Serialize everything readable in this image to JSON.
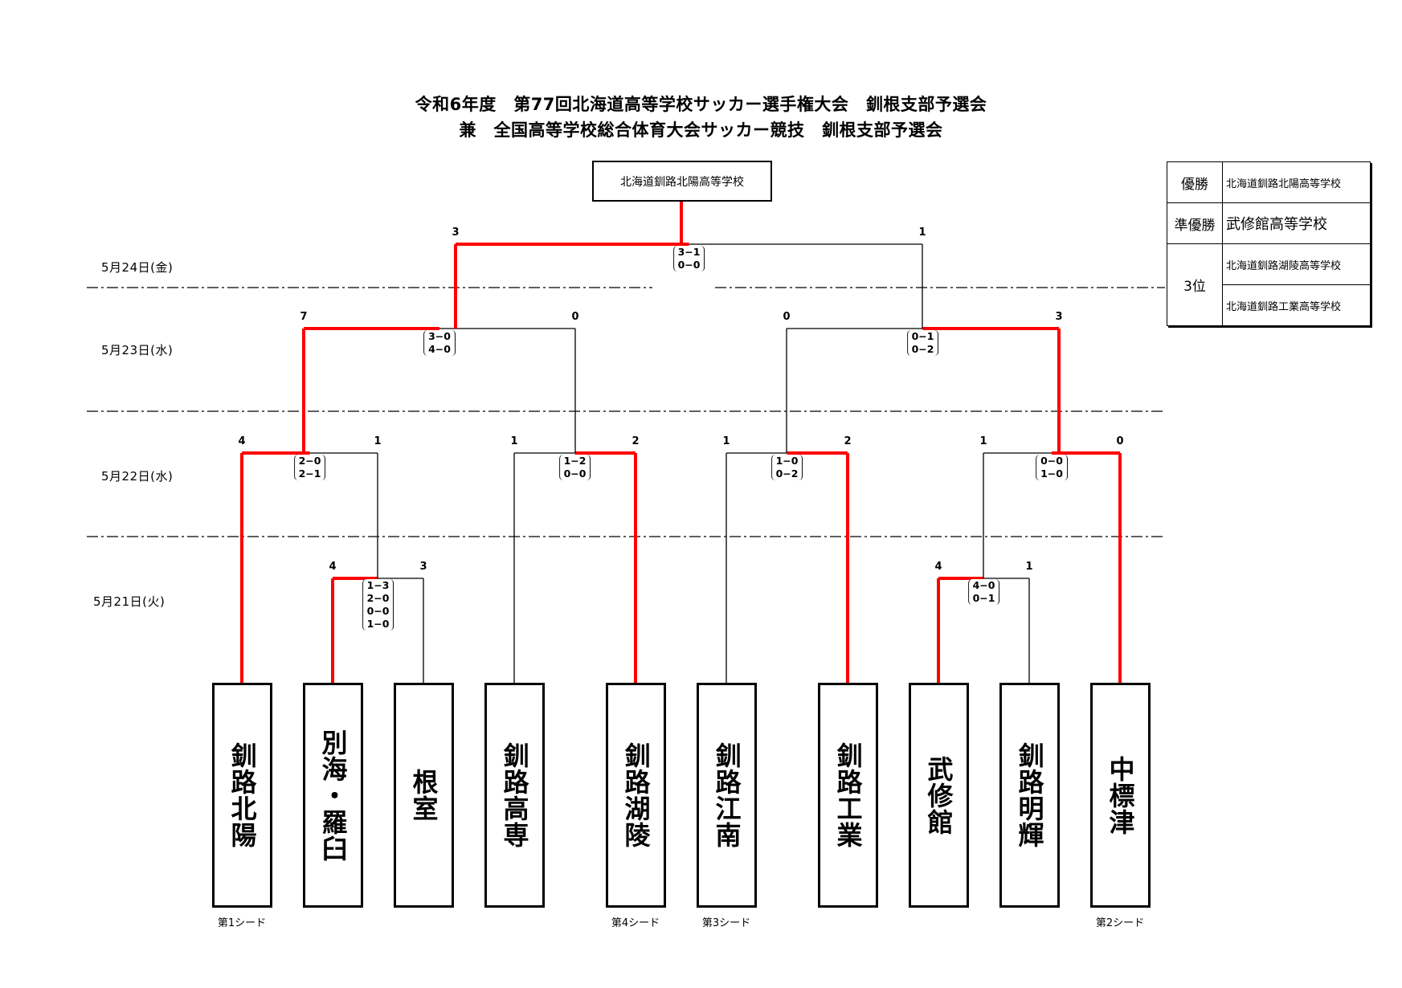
{
  "title": {
    "line1": "令和6年度　第77回北海道高等学校サッカー選手権大会　釧根支部予選会",
    "line2": "兼　全国高等学校総合体育大会サッカー競技　釧根支部予選会"
  },
  "dates": {
    "final": "5月24日(金)",
    "semifinal": "5月23日(水)",
    "quarterfinal": "5月22日(水)",
    "first_round": "5月21日(火)"
  },
  "champion": "北海道釧路北陽高等学校",
  "results": {
    "winner_label": "優勝",
    "winner": "北海道釧路北陽高等学校",
    "runner_up_label": "準優勝",
    "runner_up": "武修館高等学校",
    "third_label": "3位",
    "third_1": "北海道釧路湖陵高等学校",
    "third_2": "北海道釧路工業高等学校"
  },
  "teams": [
    {
      "name": "釧路北陽",
      "seed": "第1シード"
    },
    {
      "name": "別海・羅臼",
      "seed": ""
    },
    {
      "name": "根室",
      "seed": ""
    },
    {
      "name": "釧路高専",
      "seed": ""
    },
    {
      "name": "釧路湖陵",
      "seed": "第4シード"
    },
    {
      "name": "釧路江南",
      "seed": "第3シード"
    },
    {
      "name": "釧路工業",
      "seed": ""
    },
    {
      "name": "武修館",
      "seed": ""
    },
    {
      "name": "釧路明輝",
      "seed": ""
    },
    {
      "name": "中標津",
      "seed": "第2シード"
    }
  ],
  "matches": {
    "r1_a": {
      "left_score": "4",
      "right_score": "3",
      "detail": [
        "1−3",
        "2−0",
        "0−0",
        "1−0"
      ]
    },
    "r1_b": {
      "left_score": "4",
      "right_score": "1",
      "detail": [
        "4−0",
        "0−1"
      ]
    },
    "qf_a": {
      "left_score": "4",
      "right_score": "1",
      "detail": [
        "2−0",
        "2−1"
      ]
    },
    "qf_b": {
      "left_score": "1",
      "right_score": "2",
      "detail": [
        "1−2",
        "0−0"
      ]
    },
    "qf_c": {
      "left_score": "1",
      "right_score": "2",
      "detail": [
        "1−0",
        "0−2"
      ]
    },
    "qf_d": {
      "left_score": "1",
      "right_score": "0",
      "detail": [
        "0−0",
        "1−0"
      ]
    },
    "sf_a": {
      "left_score": "7",
      "right_score": "0",
      "detail": [
        "3−0",
        "4−0"
      ]
    },
    "sf_b": {
      "left_score": "0",
      "right_score": "3",
      "detail": [
        "0−1",
        "0−2"
      ]
    },
    "final": {
      "left_score": "3",
      "right_score": "1",
      "detail": [
        "3−1",
        "0−0"
      ]
    }
  },
  "colors": {
    "winner_line": "#ff0000",
    "line": "#000000"
  }
}
